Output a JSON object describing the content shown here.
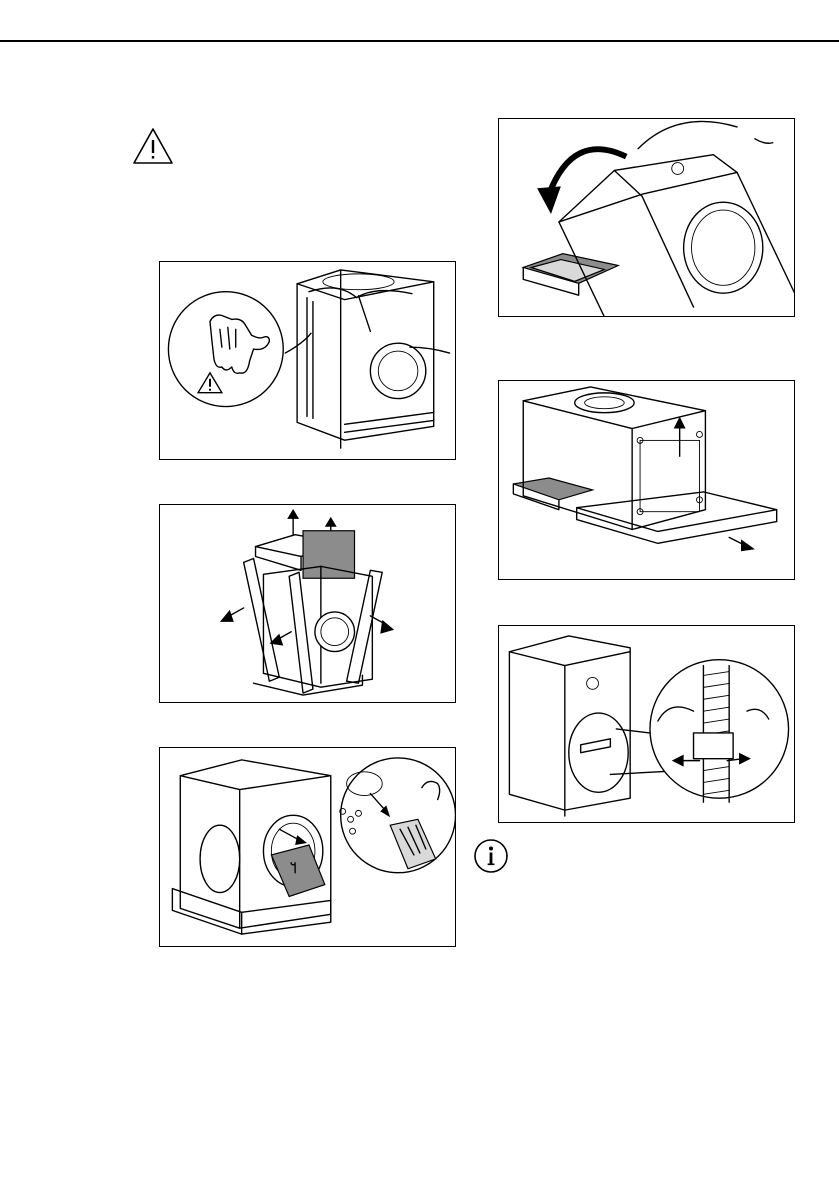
{
  "page": {
    "colors": {
      "line": "#000000",
      "paper": "#ffffff",
      "shade": "#8c8c8c",
      "light": "#d9d9d9"
    }
  },
  "icons": {
    "warning": "warning-triangle-icon",
    "info": "info-circle-icon"
  },
  "figures": [
    {
      "id": "remove-packaging-film",
      "icon": "gloves-warning-icon"
    },
    {
      "id": "remove-protection-parts",
      "icon": "arrows-out-icon"
    },
    {
      "id": "remove-drum-accessories",
      "icon": "accessory-bag-icon"
    },
    {
      "id": "tilt-appliance",
      "icon": "curved-arrow-icon"
    },
    {
      "id": "lift-from-base",
      "icon": "arrow-up-icon"
    },
    {
      "id": "remove-transit-bolts",
      "icon": "hose-clamp-icon"
    }
  ]
}
